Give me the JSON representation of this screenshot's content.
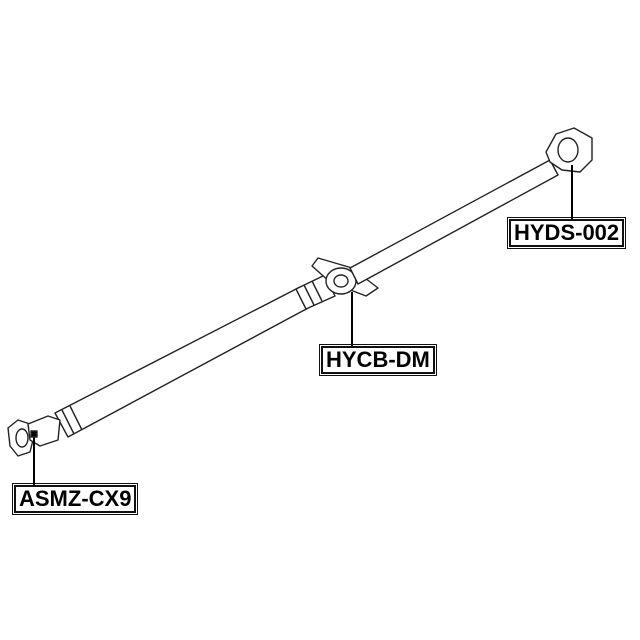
{
  "parts": [
    {
      "id": "center-bearing",
      "label": "HYCB-DM"
    },
    {
      "id": "flex-disc",
      "label": "HYDS-002"
    },
    {
      "id": "universal-joint",
      "label": "ASMZ-CX9"
    }
  ]
}
